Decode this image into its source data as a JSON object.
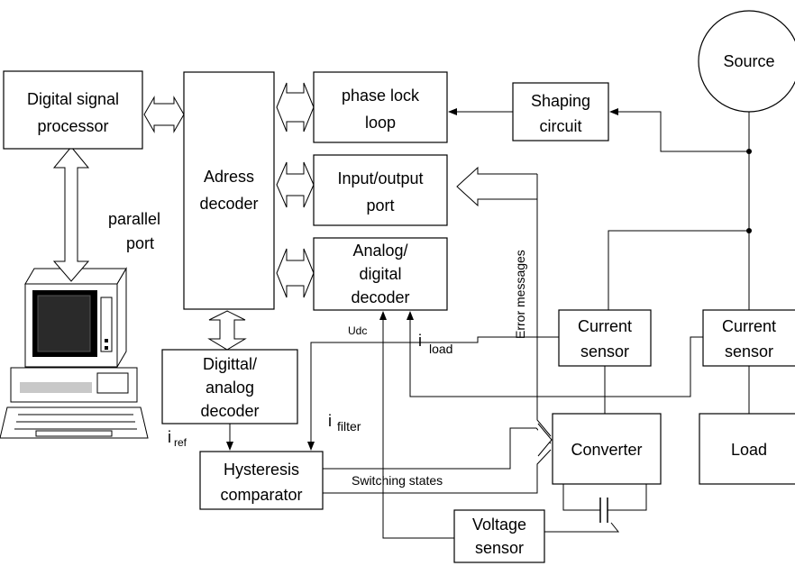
{
  "blocks": {
    "dsp": [
      "Digital signal",
      "processor"
    ],
    "address_decoder": [
      "Adress",
      "decoder"
    ],
    "pll": [
      "phase lock",
      "loop"
    ],
    "io_port": [
      "Input/output",
      "port"
    ],
    "adc": [
      "Analog/",
      "digital",
      "decoder"
    ],
    "dac": [
      "Digittal/",
      "analog",
      "decoder"
    ],
    "hysteresis": [
      "Hysteresis",
      "comparator"
    ],
    "shaping": [
      "Shaping",
      "circuit"
    ],
    "source": "Source",
    "current_sensor_1": [
      "Current",
      "sensor"
    ],
    "current_sensor_2": [
      "Current",
      "sensor"
    ],
    "converter": "Converter",
    "load": "Load",
    "voltage_sensor": [
      "Voltage",
      "sensor"
    ]
  },
  "labels": {
    "parallel_port": [
      "parallel",
      "port"
    ],
    "error_messages": "Error messages",
    "switching_states": "Switching states",
    "udc": "Udc",
    "i_load": {
      "main": "i",
      "sub": "load"
    },
    "i_filter": {
      "main": "i",
      "sub": "filter"
    },
    "i_ref": {
      "main": "i",
      "sub": "ref"
    }
  }
}
